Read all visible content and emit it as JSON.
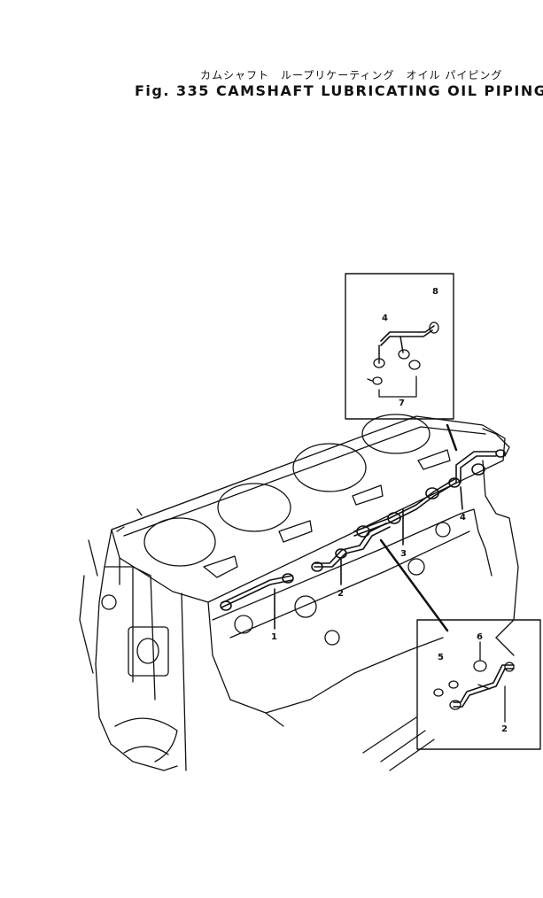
{
  "title_jp": "カムシャフト　ループリケーティング　オイル パイピング",
  "title_en": "Fig. 335  CAMSHAFT LUBRICATING OIL PIPING",
  "callouts": {
    "upper_inset": [
      "8",
      "4",
      "7"
    ],
    "lower_inset": [
      "6",
      "5",
      "2"
    ],
    "main": [
      "4",
      "3",
      "2",
      "1"
    ]
  }
}
